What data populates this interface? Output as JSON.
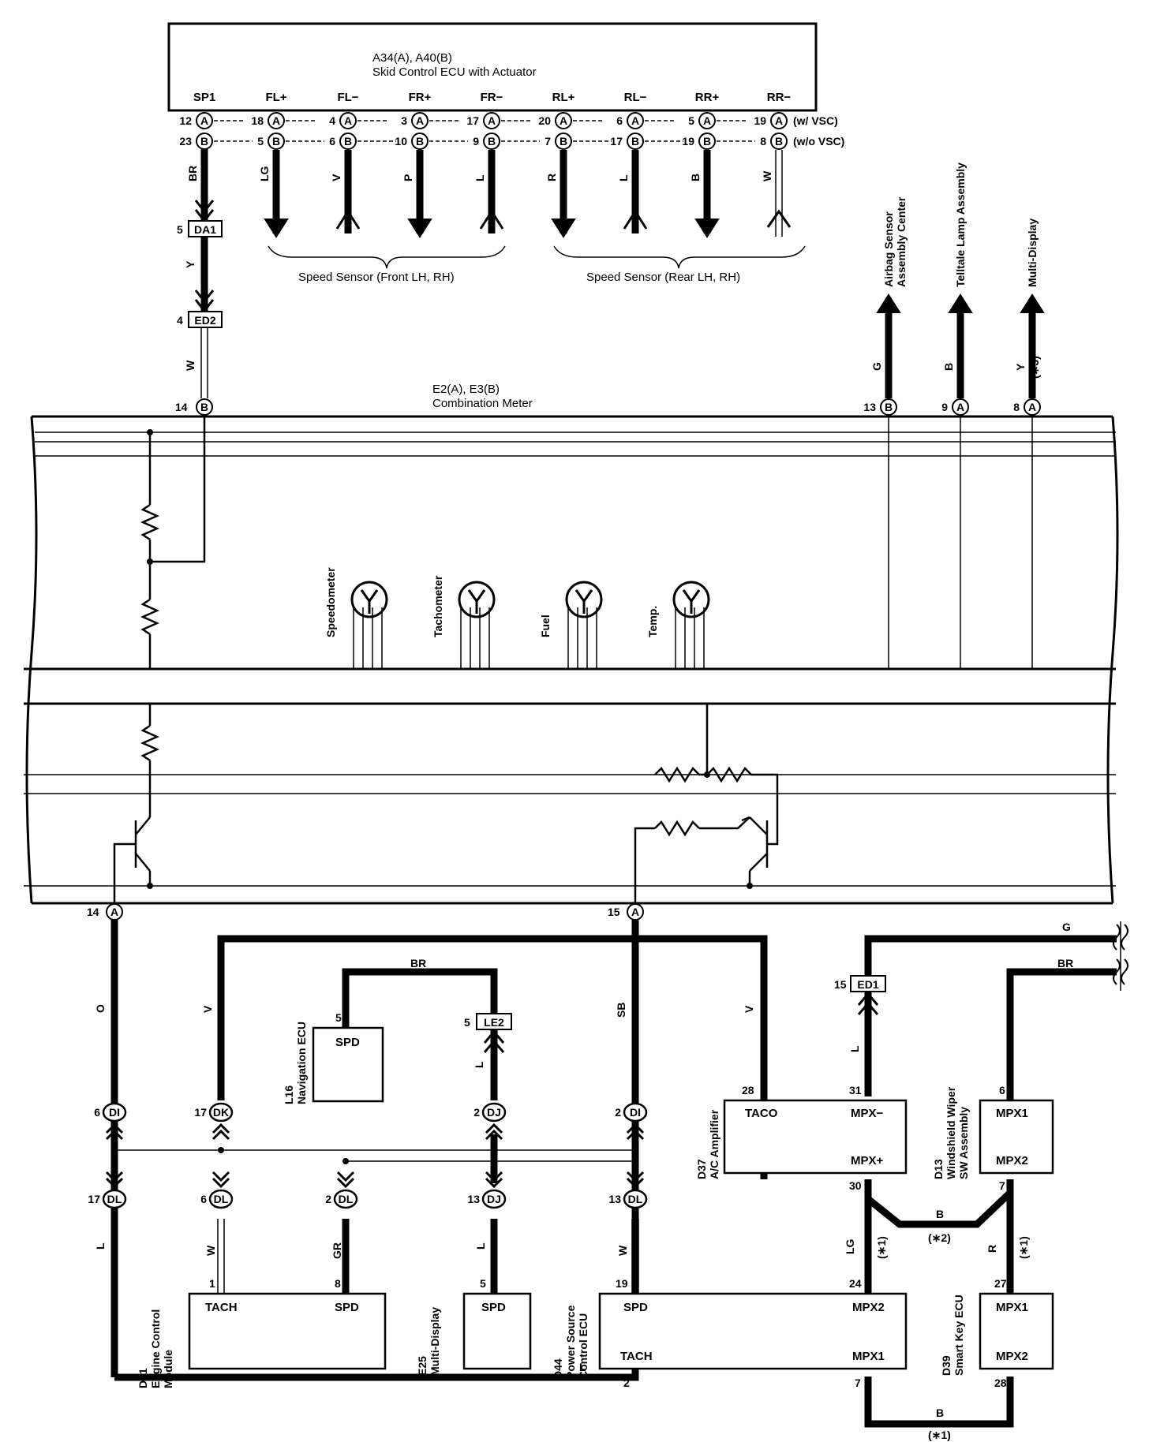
{
  "skid_ecu": {
    "title_line1": "A34(A), A40(B)",
    "title_line2": "Skid Control ECU with Actuator",
    "pins": [
      {
        "name": "SP1",
        "a": "12",
        "b": "23",
        "wire": "BR"
      },
      {
        "name": "FL+",
        "a": "18",
        "b": "5",
        "wire": "LG"
      },
      {
        "name": "FL−",
        "a": "4",
        "b": "6",
        "wire": "V"
      },
      {
        "name": "FR+",
        "a": "3",
        "b": "10",
        "wire": "P"
      },
      {
        "name": "FR−",
        "a": "17",
        "b": "9",
        "wire": "L"
      },
      {
        "name": "RL+",
        "a": "20",
        "b": "7",
        "wire": "R"
      },
      {
        "name": "RL−",
        "a": "6",
        "b": "17",
        "wire": "L"
      },
      {
        "name": "RR+",
        "a": "5",
        "b": "19",
        "wire": "B"
      },
      {
        "name": "RR−",
        "a": "19",
        "b": "8",
        "wire": "W"
      }
    ],
    "note_a": "(w/ VSC)",
    "note_b": "(w/o VSC)",
    "connector_a": "A",
    "connector_b": "B"
  },
  "speed_sensor_front": "Speed Sensor (Front LH,  RH)",
  "speed_sensor_rear": "Speed Sensor (Rear LH,  RH)",
  "junction_da1": {
    "pin": "5",
    "label": "DA1",
    "wire_out": "Y"
  },
  "junction_ed2": {
    "pin": "4",
    "label": "ED2",
    "wire_out": "W"
  },
  "combination_meter": {
    "title_line1": "E2(A), E3(B)",
    "title_line2": "Combination Meter",
    "pin_top_left": {
      "num": "14",
      "conn": "B"
    },
    "pin_bottom_left": {
      "num": "14",
      "conn": "A"
    },
    "pin_bottom_mid": {
      "num": "15",
      "conn": "A"
    },
    "gauges": [
      "Speedometer",
      "Tachometer",
      "Fuel",
      "Temp."
    ]
  },
  "outputs_top_right": [
    {
      "line1": "Airbag Sensor",
      "line2": "Assembly Center",
      "wire": "G",
      "pin": "13",
      "conn": "B",
      "note": ""
    },
    {
      "line1": "Telltale Lamp Assembly",
      "line2": "",
      "wire": "B",
      "pin": "9",
      "conn": "A",
      "note": ""
    },
    {
      "line1": "Multi-Display",
      "line2": "",
      "wire": "Y",
      "pin": "8",
      "conn": "A",
      "note": "(∗3)"
    }
  ],
  "lower": {
    "wire_o": "O",
    "wire_v_left": "V",
    "wire_v_right": "V",
    "wire_br_nav": "BR",
    "wire_l_le2": "L",
    "wire_sb": "SB",
    "wire_g_top": "G",
    "wire_br_top": "BR",
    "wire_l_ed1": "L",
    "nav_ecu": {
      "id": "L16",
      "name": "Navigation ECU",
      "pin": "5",
      "term": "SPD"
    },
    "le2": {
      "pin": "5",
      "label": "LE2"
    },
    "ed1": {
      "pin": "15",
      "label": "ED1"
    },
    "di_left": {
      "pin": "6",
      "label": "DI"
    },
    "dk": {
      "pin": "17",
      "label": "DK"
    },
    "dj_top": {
      "pin": "2",
      "label": "DJ"
    },
    "di_right": {
      "pin": "2",
      "label": "DI"
    },
    "dl_1": {
      "pin": "17",
      "label": "DL",
      "wire": "L"
    },
    "dl_2": {
      "pin": "6",
      "label": "DL",
      "wire": "W"
    },
    "dl_3": {
      "pin": "2",
      "label": "DL",
      "wire": "GR"
    },
    "dj_bottom": {
      "pin": "13",
      "label": "DJ",
      "wire": "L"
    },
    "dl_4": {
      "pin": "13",
      "label": "DL",
      "wire": "W"
    },
    "ac_amp": {
      "id": "D37",
      "name": "A/C Amplifier",
      "pin_taco": "28",
      "pin_mpxm": "31",
      "pin_mpxp": "30",
      "taco": "TACO",
      "mpxm": "MPX−",
      "mpxp": "MPX+"
    },
    "wiper": {
      "id": "D13",
      "name1": "Windshield Wiper",
      "name2": "SW Assembly",
      "pin1": "6",
      "pin2": "7",
      "mpx1": "MPX1",
      "mpx2": "MPX2"
    },
    "ecm": {
      "id": "D41",
      "name1": "Engine Control",
      "name2": "Module",
      "pin_tach": "1",
      "pin_spd": "8",
      "tach": "TACH",
      "spd": "SPD"
    },
    "multi_display": {
      "id": "E25",
      "name": "Multi-Display",
      "pin": "5",
      "spd": "SPD"
    },
    "power_ecu": {
      "id": "D44",
      "name1": "Power Source",
      "name2": "Control ECU",
      "pin_spd": "19",
      "pin_tach": "2",
      "pin_mpx2": "24",
      "pin_mpx1": "7",
      "spd": "SPD",
      "tach": "TACH",
      "mpx2": "MPX2",
      "mpx1": "MPX1"
    },
    "smart_key": {
      "id": "D39",
      "name": "Smart Key ECU",
      "pin1": "27",
      "pin2": "28",
      "mpx1": "MPX1",
      "mpx2": "MPX2"
    },
    "wire_lg": "LG",
    "wire_r": "R",
    "wire_b_mid": "B",
    "wire_b_bottom": "B",
    "wire_l_bottom": "L",
    "note_star1_a": "(∗1)",
    "note_star1_b": "(∗1)",
    "note_star1_c": "(∗1)",
    "note_star2": "(∗2)"
  }
}
